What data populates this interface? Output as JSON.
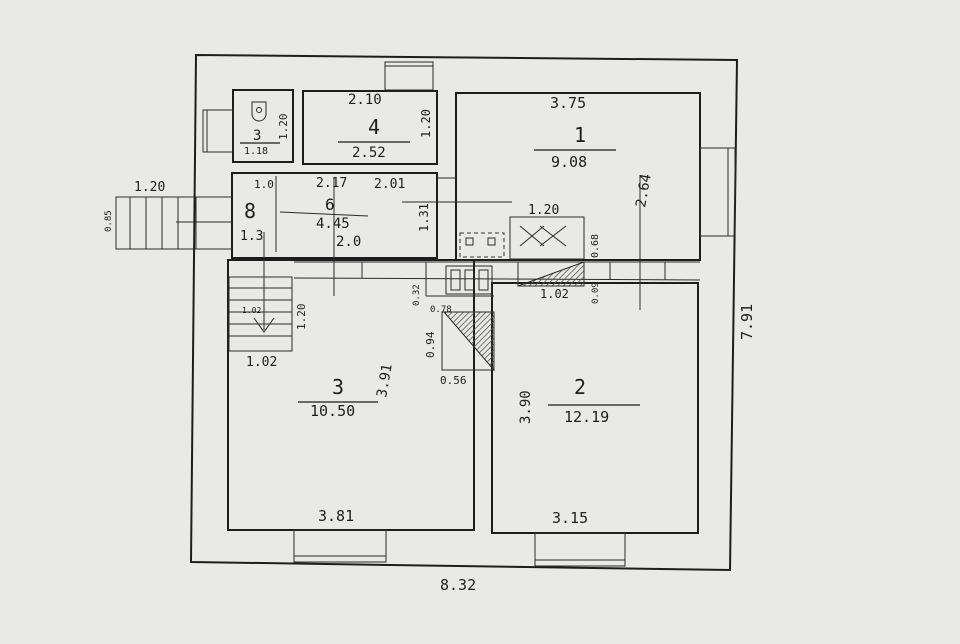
{
  "plan": {
    "overall_width": "8.32",
    "overall_depth": "7.91",
    "rooms": {
      "r1": {
        "number": "1",
        "area": "9.08",
        "width": "3.75",
        "depth": "2.64"
      },
      "r2": {
        "number": "2",
        "area": "12.19",
        "width": "3.15",
        "depth": "3.90"
      },
      "r3": {
        "number": "3",
        "area": "10.50",
        "width": "3.81",
        "depth": "3.91"
      },
      "r4": {
        "number": "4",
        "area": "2.52",
        "width": "2.10",
        "depth": "1.20"
      },
      "r5": {
        "number": "3",
        "area": "1.18",
        "depth": "1.20"
      },
      "r6": {
        "number": "6",
        "area": "4.45",
        "width": "2.17",
        "width_b": "2.01",
        "depth": "1.31",
        "extra": "2.0"
      },
      "r8": {
        "number": "8",
        "area": "1.3",
        "width": "1.0"
      }
    },
    "porch": {
      "width": "1.20",
      "depth": "0.85"
    },
    "stair": {
      "width": "1.02",
      "depth": "1.20",
      "label": "1.02"
    },
    "closet": {
      "width": "1.20",
      "depth": "0.68"
    },
    "closet_b": {
      "width": "1.02",
      "depth": "0.09"
    },
    "chimney": {
      "width": "0.56",
      "depth": "0.94",
      "top": "0.78",
      "side": "0.32"
    }
  }
}
